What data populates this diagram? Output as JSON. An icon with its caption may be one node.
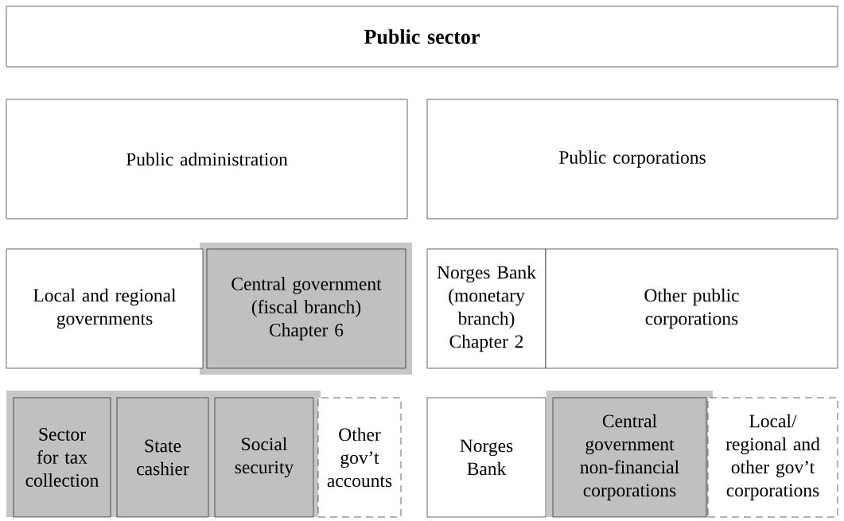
{
  "diagram": {
    "nodes": [
      {
        "text": [
          "Public sector"
        ]
      },
      {
        "text": [
          "Public administration"
        ]
      },
      {
        "text": [
          "Public corporations"
        ]
      },
      {
        "text": [
          "Local and regional governments"
        ]
      },
      {
        "text": [
          "Central government (fiscal branch) Chapter 6"
        ]
      },
      {
        "text": [
          "Norges Bank (monetary branch) Chapter 2"
        ]
      },
      {
        "text": [
          "Other public corporations"
        ]
      },
      {
        "text": [
          "Sector for tax collection"
        ]
      },
      {
        "text": [
          "State cashier"
        ]
      },
      {
        "text": [
          "Social security"
        ]
      },
      {
        "text": [
          "Other gov’t accounts"
        ]
      },
      {
        "text": [
          "Norges Bank"
        ]
      },
      {
        "text": [
          "Central government non-financial corporations"
        ]
      },
      {
        "text": [
          "Local/ regional and other gov’t corporations"
        ]
      }
    ]
  }
}
